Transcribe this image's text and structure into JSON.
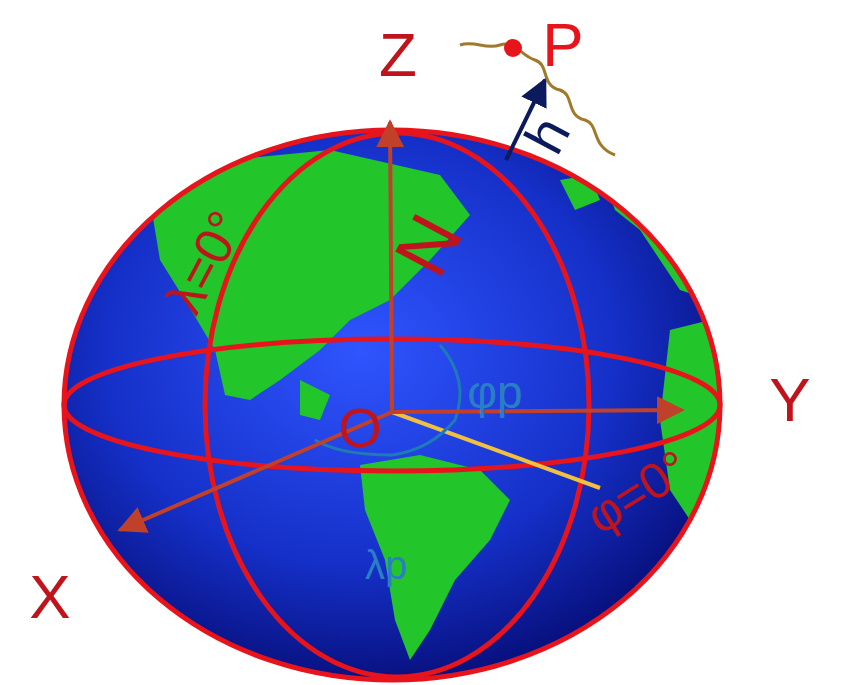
{
  "diagram": {
    "labels": [
      "Z",
      "P",
      "h",
      "λ=0°",
      "N",
      "φp",
      "Y",
      "O",
      "λp",
      "φ=0°",
      "X"
    ]
  }
}
